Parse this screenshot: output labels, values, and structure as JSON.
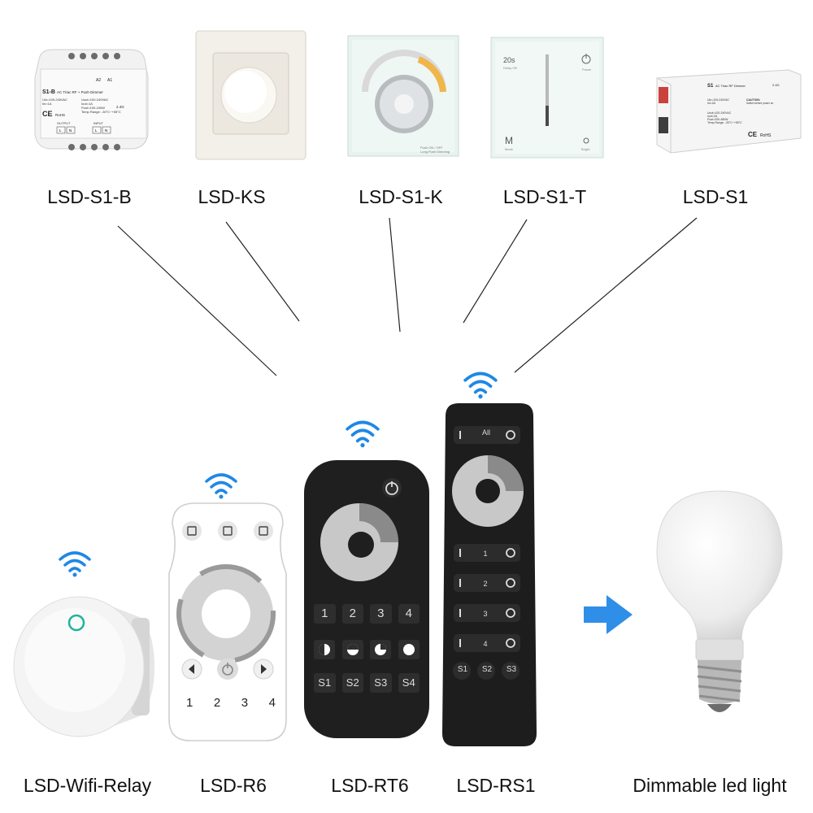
{
  "top_products": [
    {
      "label": "LSD-S1-B",
      "device_title": "S1-B",
      "device_subtitle": "AC Triac RF + Push Dimmer",
      "spec1": "Uin=100-240VAC",
      "spec2": "Iin=1A",
      "spec3": "Uout=100-240VAC",
      "spec4": "Iout=1A",
      "spec5": "Pout=100-240W",
      "spec6": "Temp Range: -30°C~+55°C",
      "terminals_top": [
        "A2",
        "A1"
      ],
      "output_label": "OUTPUT",
      "input_label": "INPUT",
      "pins": [
        "L",
        "N",
        "L",
        "N"
      ],
      "rohs": "RoHS",
      "ce": "CE",
      "freq": "2.4G"
    },
    {
      "label": "LSD-KS"
    },
    {
      "label": "LSD-S1-K",
      "caption": "Push ON / OFF",
      "caption2": "Long Push Dimming"
    },
    {
      "label": "LSD-S1-T",
      "delay_value": "20s",
      "delay_caption": "Delay Off",
      "power_caption": "Power",
      "mode_letter": "M",
      "mode_caption": "Mode",
      "bright_caption": "Bright"
    },
    {
      "label": "LSD-S1",
      "device_title": "S1",
      "device_subtitle": "AC Triac RF Dimmer",
      "freq": "2.4G",
      "spec1": "Uin=100-240VAC",
      "spec2": "Iin=2A",
      "spec3": "Uout=100-240VAC",
      "spec4": "Iout=2A",
      "spec5": "Pout=200-480W",
      "spec6": "Temp Range: -30°C~+55°C",
      "caution_title": "CAUTION:",
      "caution_text": "Switch before power on",
      "rohs": "RoHS",
      "ce": "CE"
    }
  ],
  "bottom_products": [
    {
      "label": "LSD-Wifi-Relay",
      "icon": "wifi-icon"
    },
    {
      "label": "LSD-R6",
      "icon": "wifi-icon",
      "zones": [
        "1",
        "2",
        "3",
        "4"
      ]
    },
    {
      "label": "LSD-RT6",
      "icon": "wifi-icon",
      "zones": [
        "1",
        "2",
        "3",
        "4"
      ],
      "scenes": [
        "S1",
        "S2",
        "S3",
        "S4"
      ]
    },
    {
      "label": "LSD-RS1",
      "icon": "wifi-icon",
      "all_label": "All",
      "zones": [
        "1",
        "2",
        "3",
        "4"
      ],
      "scenes": [
        "S1",
        "S2",
        "S3"
      ]
    }
  ],
  "output": {
    "label": "Dimmable led light",
    "arrow_icon": "arrow-right-icon",
    "arrow_color": "#2f8ee8"
  },
  "colors": {
    "wifi_blue": "#1e88e5",
    "remote_dark": "#1f1f1f",
    "line": "#222222"
  }
}
